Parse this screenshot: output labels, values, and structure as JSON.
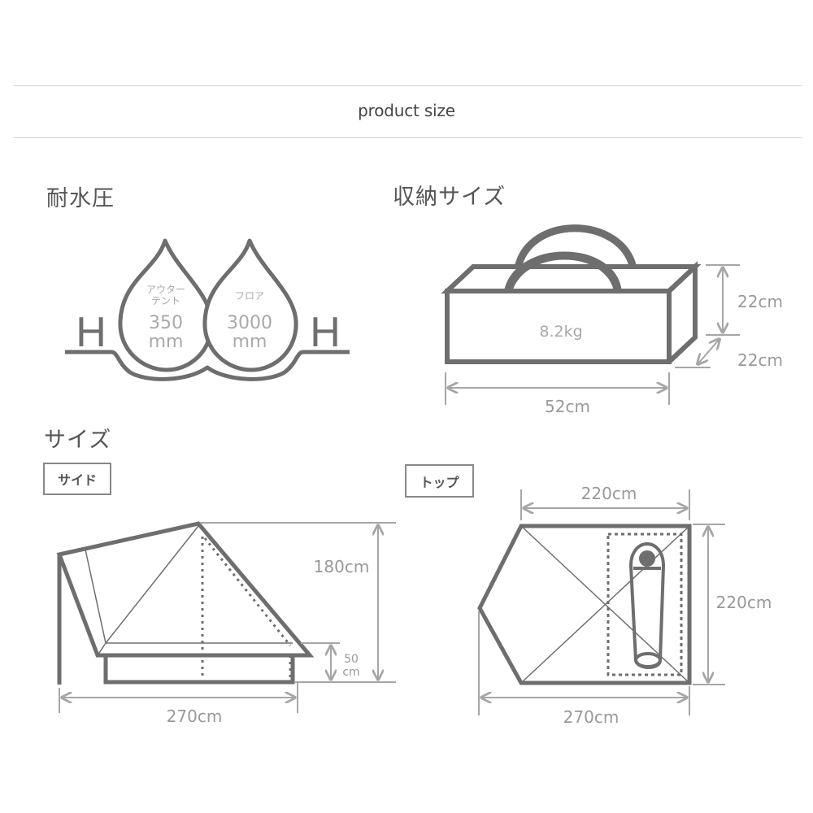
{
  "header": {
    "title": "product size"
  },
  "water_pressure": {
    "title": "耐水圧",
    "outer_tent": {
      "label": "アウターテント",
      "label_line1": "アウター",
      "label_line2": "テント",
      "value": "350",
      "unit": "mm"
    },
    "floor": {
      "label": "フロア",
      "value": "3000",
      "unit": "mm"
    },
    "h_mark": "H"
  },
  "storage": {
    "title": "収納サイズ",
    "weight": "8.2kg",
    "height": "22cm",
    "depth": "22cm",
    "width": "52cm"
  },
  "size": {
    "title": "サイズ",
    "side_view": {
      "tag": "サイド",
      "height": "180cm",
      "inner_height_value": "50",
      "inner_height_unit": "cm",
      "length": "270cm"
    },
    "top_view": {
      "tag": "トップ",
      "inner_width": "220cm",
      "depth": "220cm",
      "length": "270cm"
    }
  },
  "colors": {
    "stroke_dark": "#6e6e6e",
    "dimension_gray": "#a6a6a6",
    "rule": "#d6d6d6"
  }
}
